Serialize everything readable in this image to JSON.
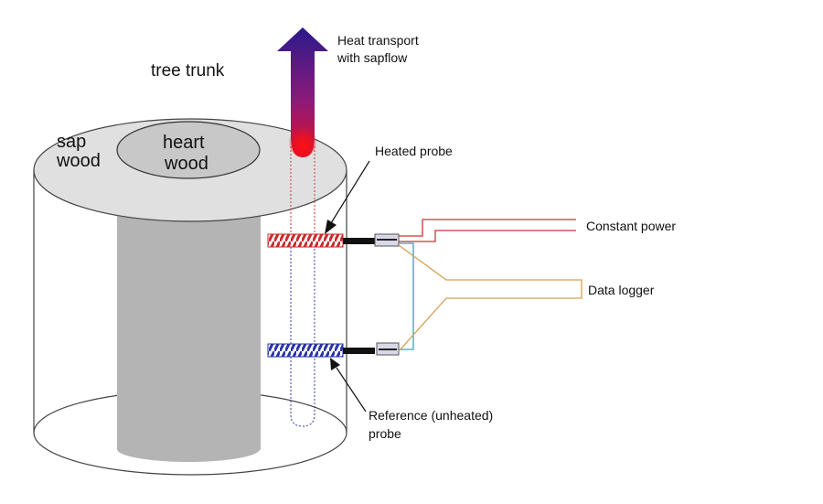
{
  "labels": {
    "tree_trunk": "tree trunk",
    "sap_wood_line1": "sap",
    "sap_wood_line2": "wood",
    "heart_wood_line1": "heart",
    "heart_wood_line2": "wood",
    "heat_transport_line1": "Heat transport",
    "heat_transport_line2": "with sapflow",
    "heated_probe": "Heated probe",
    "constant_power": "Constant power",
    "data_logger": "Data logger",
    "reference_probe_line1": "Reference (unheated)",
    "reference_probe_line2": "probe"
  },
  "colors": {
    "trunk_top": "#e0e0e0",
    "heartwood": "#c8c8c8",
    "heartwood_column": "#b4b4b4",
    "heated_probe": "#cc2a2a",
    "reference_probe": "#2a34a8",
    "power_wire": "#cc3333",
    "logger_wire": "#d4a050",
    "link_wire": "#3aa0c0",
    "arrow_top": "#2a1a8c",
    "arrow_bottom": "#e0102a"
  }
}
